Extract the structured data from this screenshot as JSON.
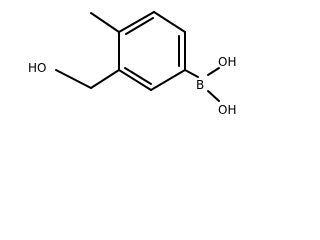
{
  "molecule": {
    "labels": {
      "hydroxymethyl_oh": "HO",
      "boron": "B",
      "boronic_oh_upper": "OH",
      "boronic_oh_lower": "OH"
    }
  }
}
